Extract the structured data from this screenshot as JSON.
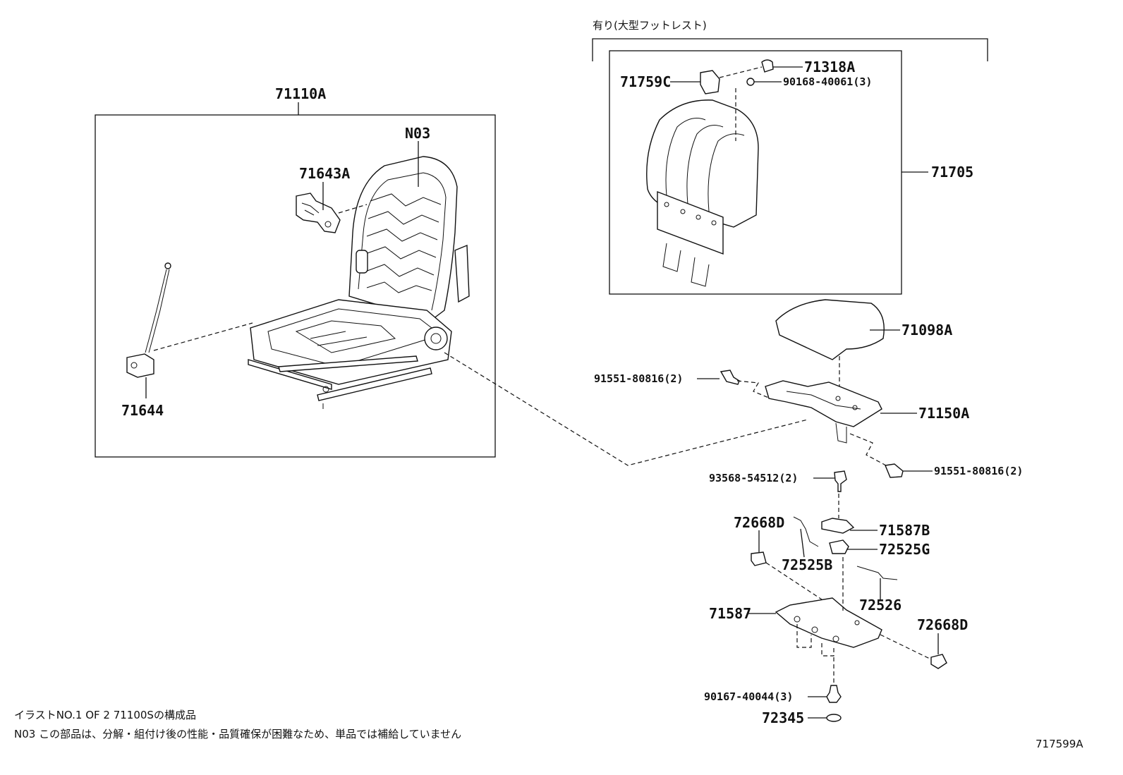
{
  "header": {
    "footrest_title": "有り(大型フットレスト)"
  },
  "labels": {
    "p71110A": "71110A",
    "pN03": "N03",
    "p71643A": "71643A",
    "p71644": "71644",
    "p71318A": "71318A",
    "p71759C": "71759C",
    "p90168": "90168-40061(3)",
    "p71705": "71705",
    "p71098A": "71098A",
    "p91551a": "91551-80816(2)",
    "p71150A": "71150A",
    "p91551b": "91551-80816(2)",
    "p93568": "93568-54512(2)",
    "p72668Da": "72668D",
    "p71587B": "71587B",
    "p72525G": "72525G",
    "p72525B": "72525B",
    "p72526": "72526",
    "p71587": "71587",
    "p72668Db": "72668D",
    "p90167": "90167-40044(3)",
    "p72345": "72345"
  },
  "footer": {
    "note1": "イラストNO.1 OF 2 71100Sの構成品",
    "note2": "N03 この部品は、分解・組付け後の性能・品質確保が困難なため、単品では補給していません",
    "figure_id": "717599A"
  }
}
